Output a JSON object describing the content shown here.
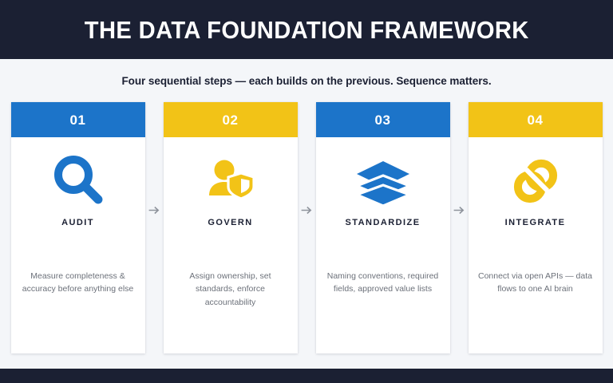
{
  "header": {
    "title": "THE DATA FOUNDATION FRAMEWORK"
  },
  "subtitle": {
    "text": "Four sequential steps — each builds on the previous. Sequence matters."
  },
  "colors": {
    "navy": "#1b2033",
    "blue": "#1c74c9",
    "yellow": "#f2c317",
    "page_background": "#f4f6f9",
    "card_background": "#ffffff",
    "body_text": "#6c717a",
    "arrow": "#8e939c"
  },
  "connector": {
    "icon": "arrow-right-icon",
    "glyph": "→",
    "count": 3
  },
  "cards": [
    {
      "number": "01",
      "label": "AUDIT",
      "description": "Measure completeness & accuracy before anything else",
      "icon": "magnifier-icon",
      "accent": "#1c74c9"
    },
    {
      "number": "02",
      "label": "GOVERN",
      "description": "Assign ownership, set standards, enforce accountability",
      "icon": "user-shield-icon",
      "accent": "#f2c317"
    },
    {
      "number": "03",
      "label": "STANDARDIZE",
      "description": "Naming conventions, required fields, approved value lists",
      "icon": "layers-icon",
      "accent": "#1c74c9"
    },
    {
      "number": "04",
      "label": "INTEGRATE",
      "description": "Connect via open APIs — data flows to one AI brain",
      "icon": "chain-link-icon",
      "accent": "#f2c317"
    }
  ]
}
